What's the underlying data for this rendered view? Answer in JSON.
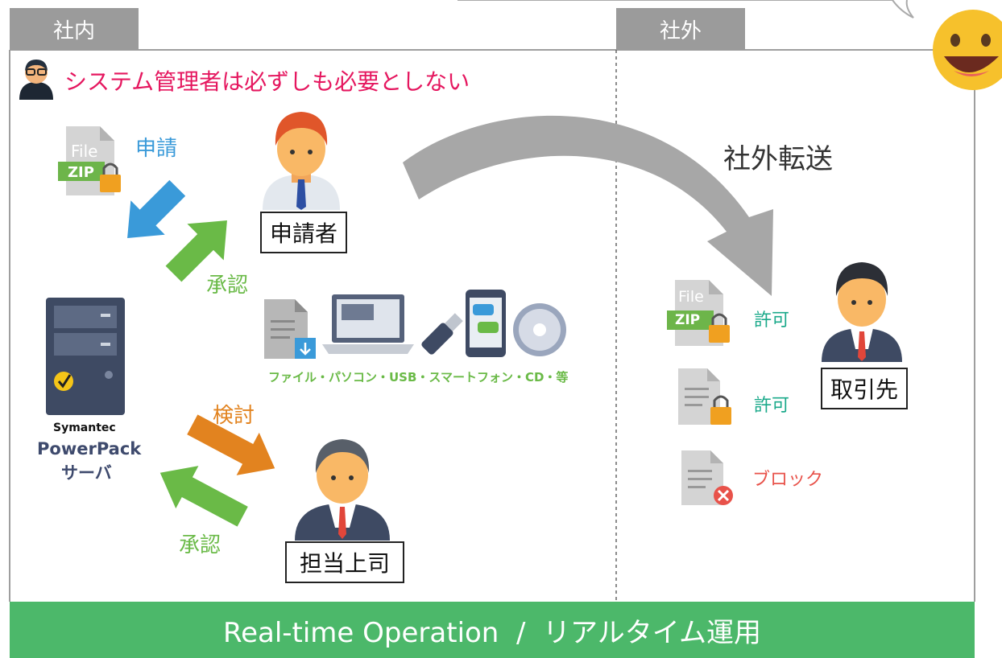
{
  "colors": {
    "tab_bg": "#9b9b9b",
    "frame_line": "#9e9e9e",
    "footer_bg": "#4cb86a",
    "accent_pink": "#e5175f",
    "accent_blue": "#3a9ad9",
    "accent_green": "#6aba47",
    "accent_orange": "#e2831f",
    "status_teal": "#1aa98a",
    "status_red": "#e8524a",
    "big_arrow_gray": "#a7a7a7",
    "server_navy": "#3e4a63"
  },
  "sections": {
    "internal": "社内",
    "external": "社外"
  },
  "admin_note": "システム管理者は必ずしも必要としない",
  "request_label": "申請",
  "approve_label_1": "承認",
  "review_label": "検討",
  "approve_label_2": "承認",
  "applicant_label": "申請者",
  "supervisor_label": "担当上司",
  "partner_label": "取引先",
  "transfer_label": "社外転送",
  "file_word": "File",
  "zip_word": "ZIP",
  "devices_caption": "ファイル・パソコン・USB・スマートフォン・CD・等",
  "server": {
    "brand": "Symantec",
    "product": "PowerPack",
    "role": "サーバ"
  },
  "statuses": [
    {
      "label": "許可",
      "icon": "zip-file-lock-icon"
    },
    {
      "label": "許可",
      "icon": "document-lock-icon"
    },
    {
      "label": "ブロック",
      "icon": "document-blocked-icon"
    }
  ],
  "footer_banner": "Real-time Operation  /  リアルタイム運用"
}
